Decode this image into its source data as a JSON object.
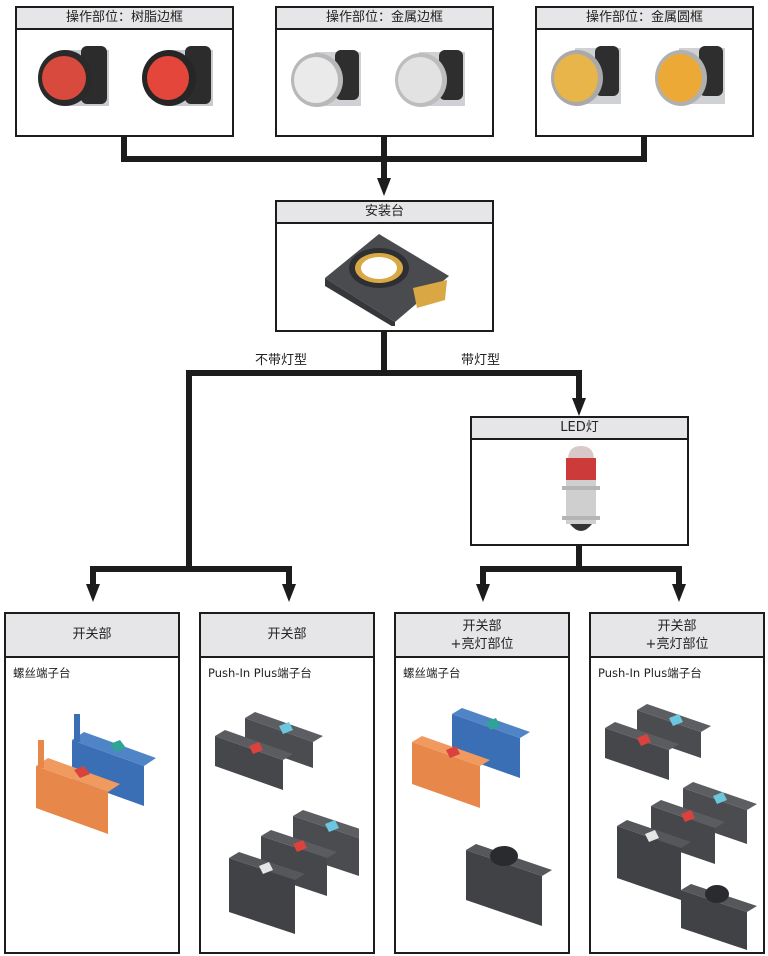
{
  "diagram": {
    "operators": [
      {
        "label": "操作部位：树脂边框",
        "items": [
          "red-flat-button",
          "red-illuminated-button"
        ],
        "colors": [
          "#d94a3e",
          "#e4463b"
        ],
        "bezel": "#2a2a2a"
      },
      {
        "label": "操作部位：金属边框",
        "items": [
          "white-flat-button",
          "white-illuminated-button"
        ],
        "colors": [
          "#e8e8e8",
          "#e2e2e2"
        ],
        "bezel": "#b8b8b8"
      },
      {
        "label": "操作部位：金属圆框",
        "items": [
          "yellow-flat-button",
          "yellow-illuminated-button"
        ],
        "colors": [
          "#e8b54a",
          "#eda935"
        ],
        "bezel": "#a9a9a9"
      }
    ],
    "mount": {
      "label": "安装台"
    },
    "branches": {
      "without_light": "不带灯型",
      "with_light": "带灯型"
    },
    "led": {
      "label": "LED灯",
      "color": "#cc3a3a"
    },
    "switches": [
      {
        "title_lines": [
          "开关部"
        ],
        "terminal": "螺丝端子台"
      },
      {
        "title_lines": [
          "开关部"
        ],
        "terminal": "Push-In Plus端子台"
      },
      {
        "title_lines": [
          "开关部",
          "+亮灯部位"
        ],
        "terminal": "螺丝端子台"
      },
      {
        "title_lines": [
          "开关部",
          "+亮灯部位"
        ],
        "terminal": "Push-In Plus端子台"
      }
    ],
    "colors": {
      "line": "#1c1c1c",
      "header_bg": "#e6e6e9",
      "orange_block": "#e8874a",
      "blue_block": "#3a6fb5",
      "gray_block": "#4a4c50",
      "teal_key": "#2fa396",
      "red_key": "#d9423d",
      "cyan_key": "#6cc6de",
      "white_key": "#e6e6e6"
    }
  }
}
